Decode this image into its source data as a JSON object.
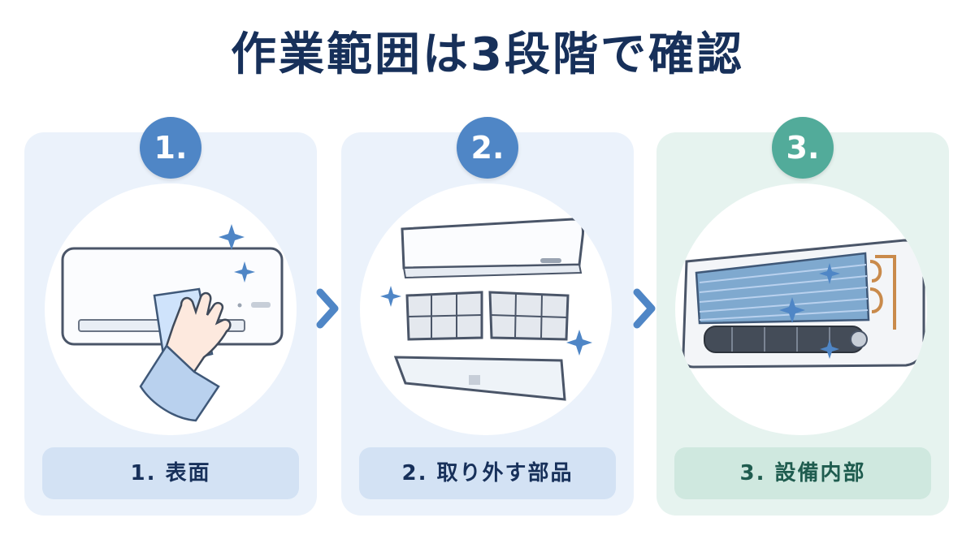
{
  "title": "作業範囲は3段階で確認",
  "steps": [
    {
      "badge": "1.",
      "label": "1. 表面",
      "icon": "wall-ac-wiping-hand"
    },
    {
      "badge": "2.",
      "label": "2. 取り外す部品",
      "icon": "removable-panel-filters"
    },
    {
      "badge": "3.",
      "label": "3. 設備内部",
      "icon": "ac-internals-fan-coil"
    }
  ],
  "colors": {
    "title": "#17305a",
    "accent_blue": "#4f86c6",
    "accent_green": "#52ab9a",
    "card_blue": "#ebf2fb",
    "card_green": "#e6f3ef"
  },
  "arrow_icon": "chevron-right-icon"
}
